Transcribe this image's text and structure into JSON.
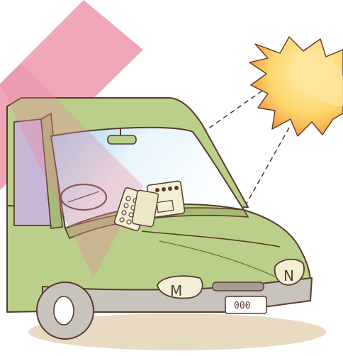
{
  "scene": {
    "colors": {
      "sky_band": "#e98aa0",
      "sun_outer": "#f07a2a",
      "sun_inner": "#fde59a",
      "car_body": "#b9cf8a",
      "car_shadow": "#8fa865",
      "outline": "#5a3b2b",
      "windshield": "#ffffff",
      "windshield_tint": "#a7d8f2",
      "ground_shadow": "#d9c39a",
      "tire": "#c9c3bd",
      "lamp": "#f3efd7"
    },
    "icons": {
      "sun": "sun-icon",
      "car": "car-icon",
      "medicine_packs": "pill-blister-icon",
      "sunlight_beam": "sunlight-beam"
    },
    "license_plate": "000",
    "headlight_left": "M",
    "headlight_right": "N"
  }
}
